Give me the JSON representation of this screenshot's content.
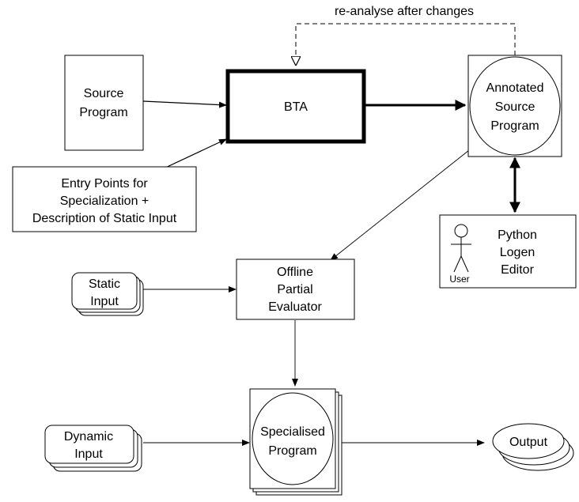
{
  "edges": {
    "reanalyse_label": "re-analyse after changes"
  },
  "nodes": {
    "source_program": [
      "Source",
      "Program"
    ],
    "bta": [
      "BTA"
    ],
    "entry_points": [
      "Entry Points for",
      "Specialization +",
      "Description of Static Input"
    ],
    "annotated_source_program": [
      "Annotated",
      "Source",
      "Program"
    ],
    "python_logen_editor": [
      "Python",
      "Logen",
      "Editor"
    ],
    "user_label": "User",
    "offline_partial_evaluator": [
      "Offline",
      "Partial",
      "Evaluator"
    ],
    "static_input": [
      "Static",
      "Input"
    ],
    "specialised_program": [
      "Specialised",
      "Program"
    ],
    "dynamic_input": [
      "Dynamic",
      "Input"
    ],
    "output": [
      "Output"
    ]
  }
}
